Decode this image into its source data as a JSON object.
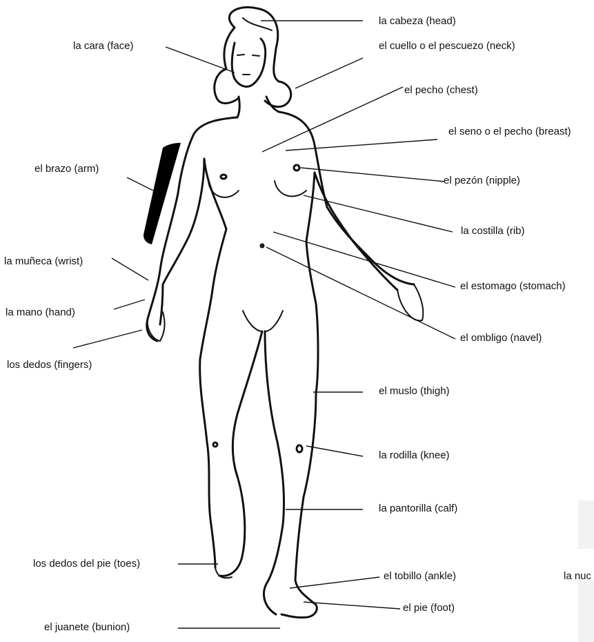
{
  "labels": {
    "head": "la cabeza (head)",
    "face": "la cara (face)",
    "neck": "el cuello o el pescuezo (neck)",
    "chest": "el pecho (chest)",
    "breast": "el seno o el pecho (breast)",
    "arm": "el brazo (arm)",
    "nipple": "el pezón (nipple)",
    "rib": "la costilla (rib)",
    "wrist": "la muñeca (wrist)",
    "stomach": "el estomago (stomach)",
    "hand": "la mano (hand)",
    "navel": "el ombligo (navel)",
    "fingers": "los dedos (fingers)",
    "thigh": "el muslo (thigh)",
    "knee": "la rodilla (knee)",
    "calf": "la pantorilla (calf)",
    "toes": "los dedos del pie (toes)",
    "ankle": "el tobillo (ankle)",
    "nape": "la nuc",
    "foot": "el pie (foot)",
    "bunion": "el juanete (bunion)"
  },
  "colors": {
    "ink": "#111111",
    "background": "#ffffff"
  }
}
